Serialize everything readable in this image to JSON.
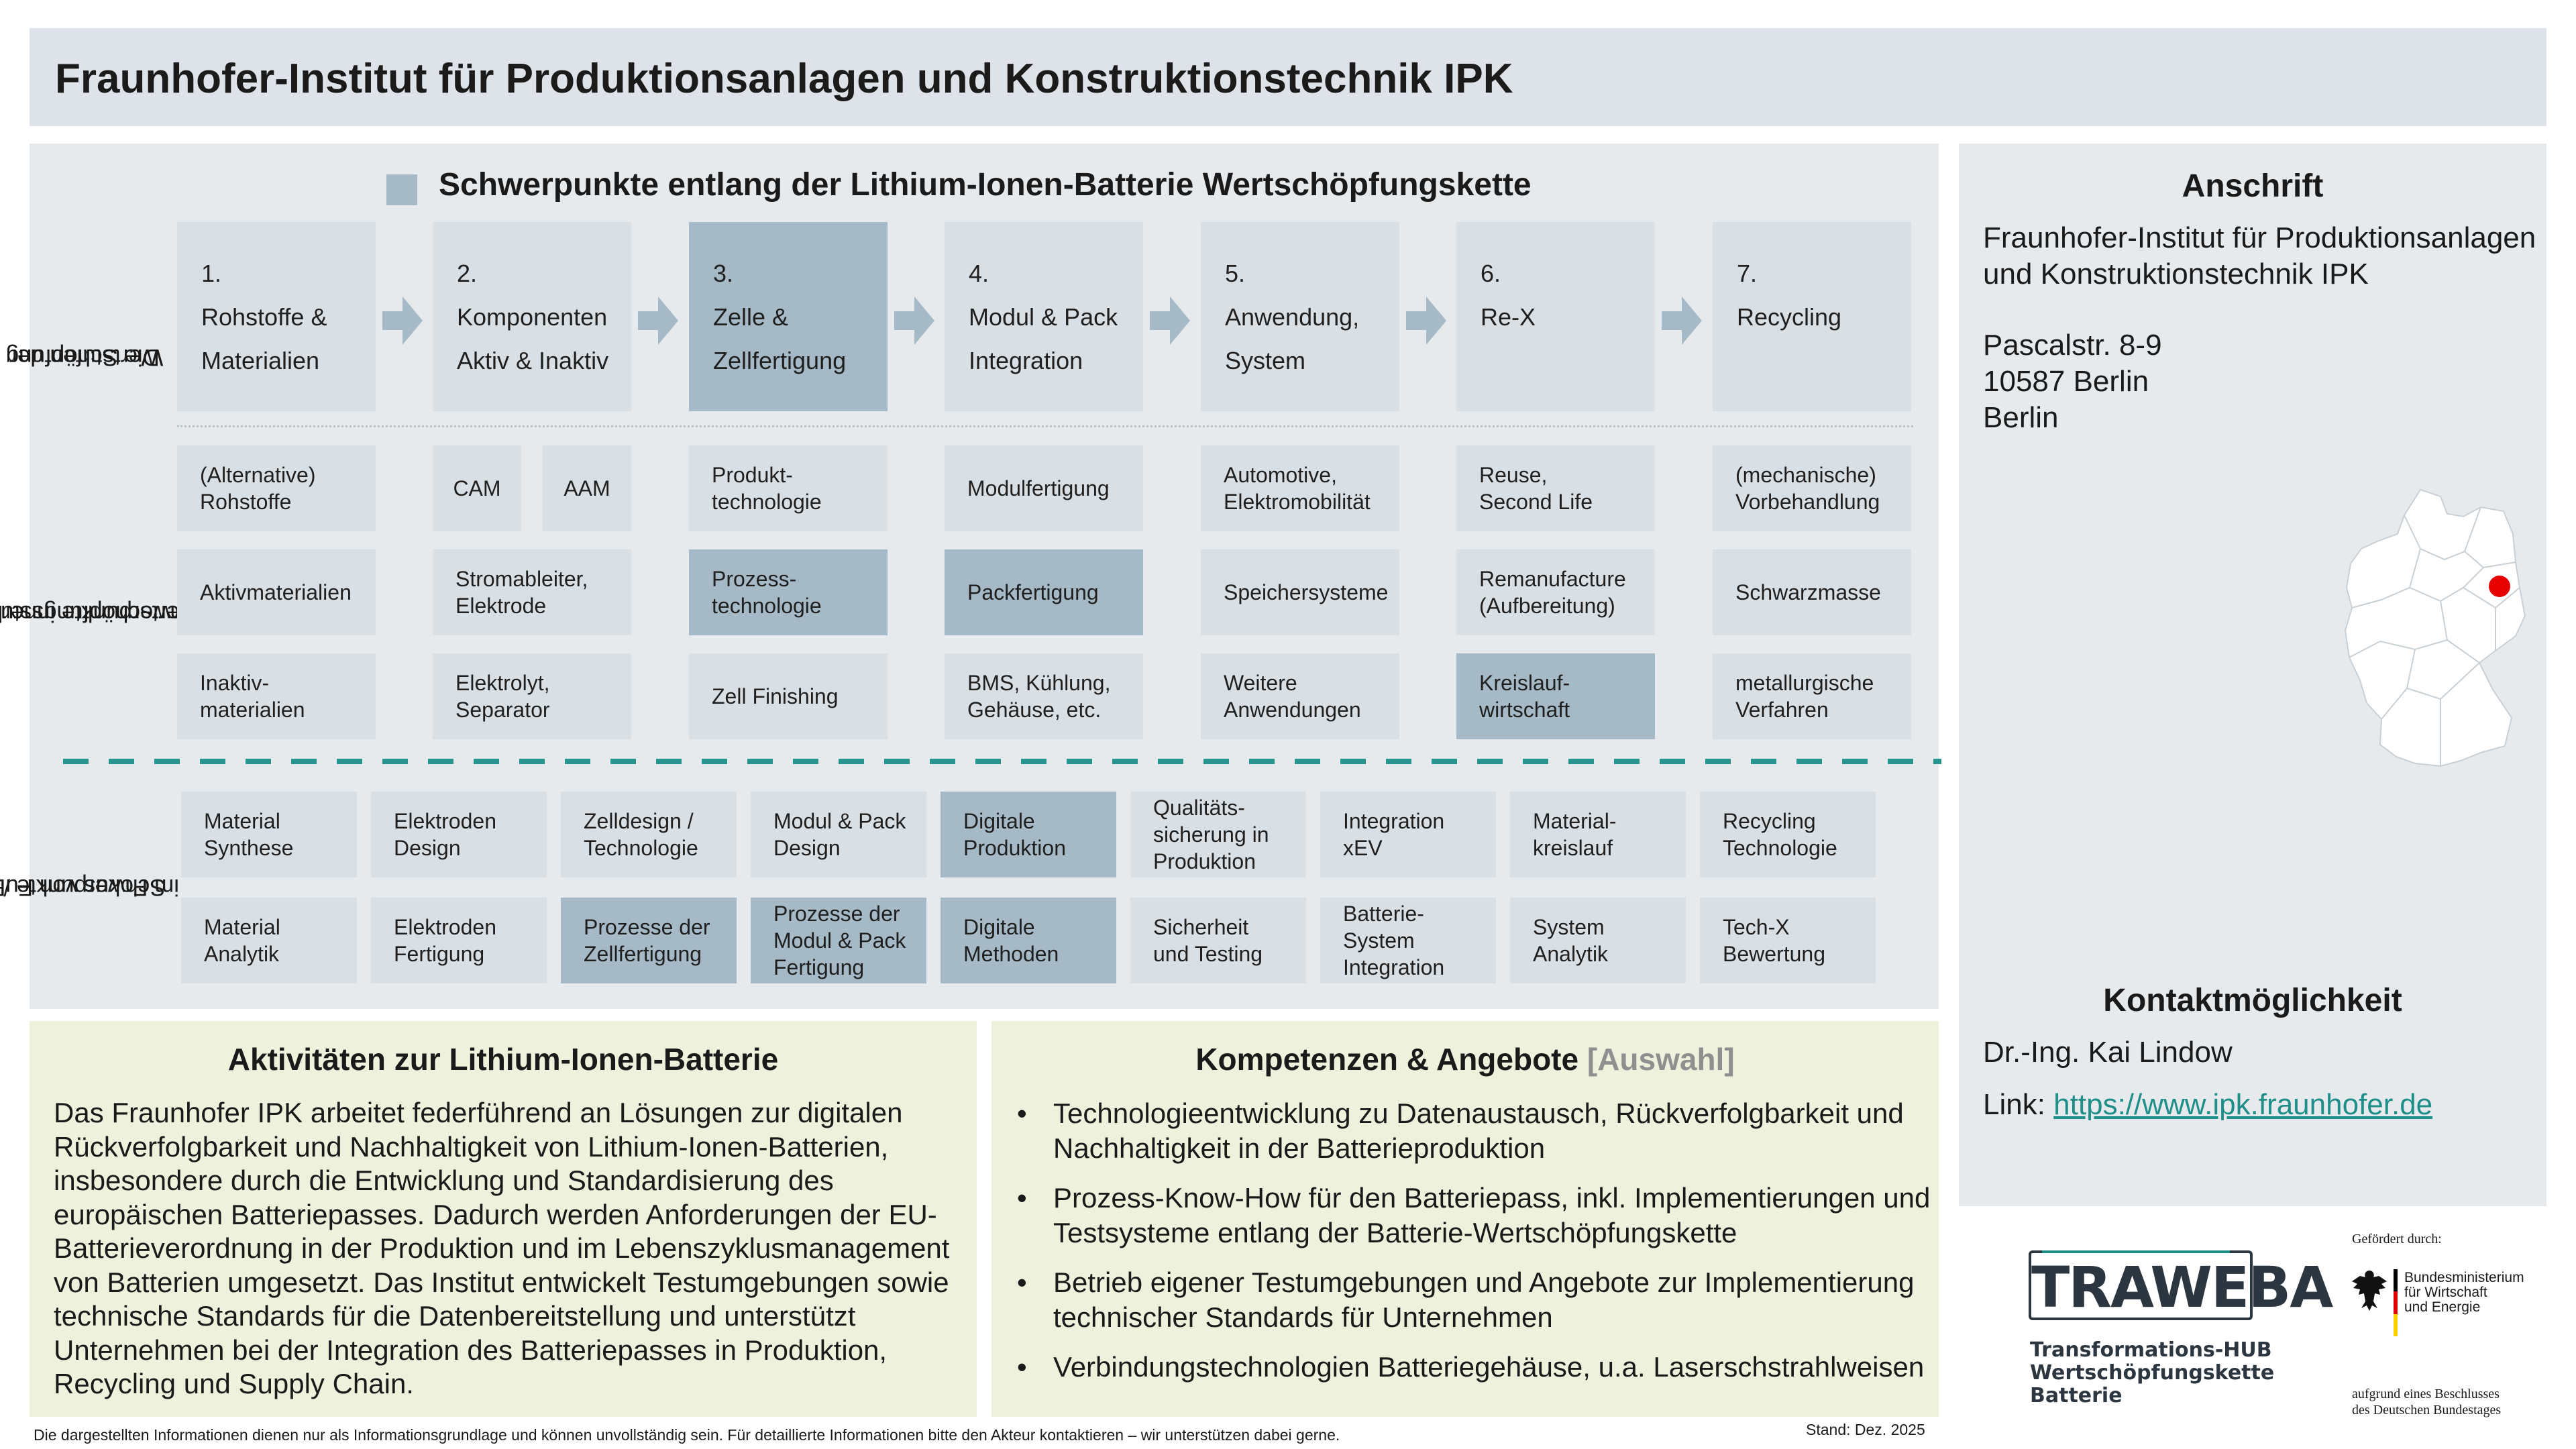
{
  "header": {
    "title": "Fraunhofer-Institut für Produktionsanlagen und Konstruktionstechnik IPK"
  },
  "main": {
    "section_title": "Schwerpunkte entlang der Lithium-Ionen-Batterie Wertschöpfungskette",
    "row_labels": {
      "stages": [
        "Die Stufen der",
        "Wertschöpfung"
      ],
      "focus": [
        "Schwerpunkte innerhalb",
        "Wertschöpfungsstufen"
      ],
      "rnd": [
        "Schwerpunkte /",
        "im Fokus  von FuE"
      ]
    },
    "stages": [
      {
        "num": "1.",
        "l1": "Rohstoffe &",
        "l2": "Materialien",
        "highlight": false
      },
      {
        "num": "2.",
        "l1": "Komponenten",
        "l2": "Aktiv & Inaktiv",
        "highlight": false
      },
      {
        "num": "3.",
        "l1": "Zelle &",
        "l2": "Zellfertigung",
        "highlight": true
      },
      {
        "num": "4.",
        "l1": "Modul & Pack",
        "l2": "Integration",
        "highlight": false
      },
      {
        "num": "5.",
        "l1": "Anwendung,",
        "l2": "System",
        "highlight": false
      },
      {
        "num": "6.",
        "l1": "Re-X",
        "l2": "",
        "highlight": false
      },
      {
        "num": "7.",
        "l1": "Recycling",
        "l2": "",
        "highlight": false
      }
    ],
    "focus_cells": {
      "col1": [
        [
          "(Alternative)",
          "Rohstoffe"
        ],
        [
          "Aktivmaterialien"
        ],
        [
          "Inaktiv-",
          "materialien"
        ]
      ],
      "col2_row1": [
        [
          "CAM"
        ],
        [
          "AAM"
        ]
      ],
      "col2": [
        [
          "Stromableiter,",
          "Elektrode"
        ],
        [
          "Elektrolyt,",
          "Separator"
        ]
      ],
      "col3": [
        [
          "Produkt-",
          "technologie"
        ],
        [
          "Prozess-",
          "technologie"
        ],
        [
          "Zell Finishing"
        ]
      ],
      "col4": [
        [
          "Modulfertigung"
        ],
        [
          "Packfertigung"
        ],
        [
          "BMS, Kühlung,",
          "Gehäuse, etc."
        ]
      ],
      "col5": [
        [
          "Automotive,",
          "Elektromobilität"
        ],
        [
          "Speichersysteme"
        ],
        [
          "Weitere",
          "Anwendungen"
        ]
      ],
      "col6": [
        [
          "Reuse,",
          "Second Life"
        ],
        [
          "Remanufacture",
          "(Aufbereitung)"
        ],
        [
          "Kreislauf-",
          "wirtschaft"
        ]
      ],
      "col7": [
        [
          "(mechanische)",
          "Vorbehandlung"
        ],
        [
          "Schwarzmasse"
        ],
        [
          "metallurgische",
          "Verfahren"
        ]
      ]
    },
    "rnd_row1": [
      [
        "Material",
        "Synthese"
      ],
      [
        "Elektroden",
        "Design"
      ],
      [
        "Zelldesign /",
        "Technologie"
      ],
      [
        "Modul & Pack",
        "Design"
      ],
      [
        "Digitale",
        "Produktion"
      ],
      [
        "Qualitäts-",
        "sicherung in",
        "Produktion"
      ],
      [
        "Integration",
        "xEV"
      ],
      [
        "Material-",
        "kreislauf"
      ],
      [
        "Recycling",
        "Technologie"
      ]
    ],
    "rnd_row2": [
      [
        "Material",
        "Analytik"
      ],
      [
        "Elektroden",
        "Fertigung"
      ],
      [
        "Prozesse der",
        "Zellfertigung"
      ],
      [
        "Prozesse der",
        "Modul & Pack",
        "Fertigung"
      ],
      [
        "Digitale",
        "Methoden"
      ],
      [
        "Sicherheit",
        "und Testing"
      ],
      [
        "Batterie-",
        "System",
        "Integration"
      ],
      [
        "System",
        "Analytik"
      ],
      [
        "Tech-X",
        "Bewertung"
      ]
    ]
  },
  "address": {
    "heading": "Anschrift",
    "lines": [
      "Fraunhofer-Institut für Produktionsanlagen",
      "und Konstruktionstechnik IPK",
      "Pascalstr.  8-9",
      "10587 Berlin",
      "Berlin"
    ]
  },
  "contact": {
    "heading": "Kontaktmöglichkeit",
    "name": "Dr.-Ing. Kai Lindow",
    "link_label": "Link: ",
    "link": "https://www.ipk.fraunhofer.de"
  },
  "activities": {
    "heading": "Aktivitäten zur Lithium-Ionen-Batterie",
    "lines": [
      "Das Fraunhofer IPK arbeitet federführend an Lösungen zur digitalen",
      "Rückverfolgbarkeit und Nachhaltigkeit von Lithium-Ionen-Batterien,",
      "insbesondere durch die Entwicklung und Standardisierung des",
      "europäischen Batteriepasses. Dadurch werden Anforderungen der EU-",
      "Batterieverordnung in der Produktion und im Lebenszyklusmanagement",
      "von Batterien umgesetzt. Das Institut entwickelt Testumgebungen sowie",
      "technische Standards für die Datenbereitstellung und unterstützt",
      "Unternehmen bei der Integration des Batteriepasses in Produktion,",
      "Recycling und Supply Chain."
    ]
  },
  "competences": {
    "heading": "Kompetenzen & Angebote ",
    "heading_suffix": "[Auswahl]",
    "bullets": [
      [
        "Technologieentwicklung zu Datenaustausch, Rückverfolgbarkeit und",
        "Nachhaltigkeit in der Batterieproduktion"
      ],
      [
        "Prozess-Know-How für den Batteriepass, inkl. Implementierungen und",
        "Testsysteme entlang der Batterie-Wertschöpfungskette"
      ],
      [
        "Betrieb eigener Testumgebungen und Angebote zur Implementierung",
        "technischer Standards für Unternehmen"
      ],
      [
        "Verbindungstechnologien Batteriegehäuse, u.a. Laserschstrahlweisen"
      ]
    ]
  },
  "footer": {
    "disclaimer": "Die dargestellten Informationen dienen nur als Informationsgrundlage und können unvollständig sein. Für detaillierte Informationen bitte den Akteur kontaktieren – wir unterstützen dabei gerne.",
    "stand": "Stand: Dez. 2025"
  },
  "logos": {
    "traweba": "TRAWEBA",
    "traweba_sub": [
      "Transformations-HUB",
      "Wertschöpfungskette",
      "Batterie"
    ],
    "funded_by": "Gefördert durch:",
    "bmwk": [
      "Bundesministerium",
      "für Wirtschaft",
      "und Energie"
    ],
    "bmwk_decision": [
      "aufgrund eines Beschlusses",
      "des Deutschen Bundestages"
    ]
  },
  "colors": {
    "accent_teal": "#1e8e89",
    "highlight": "#a5bac6",
    "cell": "#d9e0e5",
    "panel": "#e6eaed",
    "lowbox": "#eef2dd",
    "map_marker": "#e60000"
  }
}
